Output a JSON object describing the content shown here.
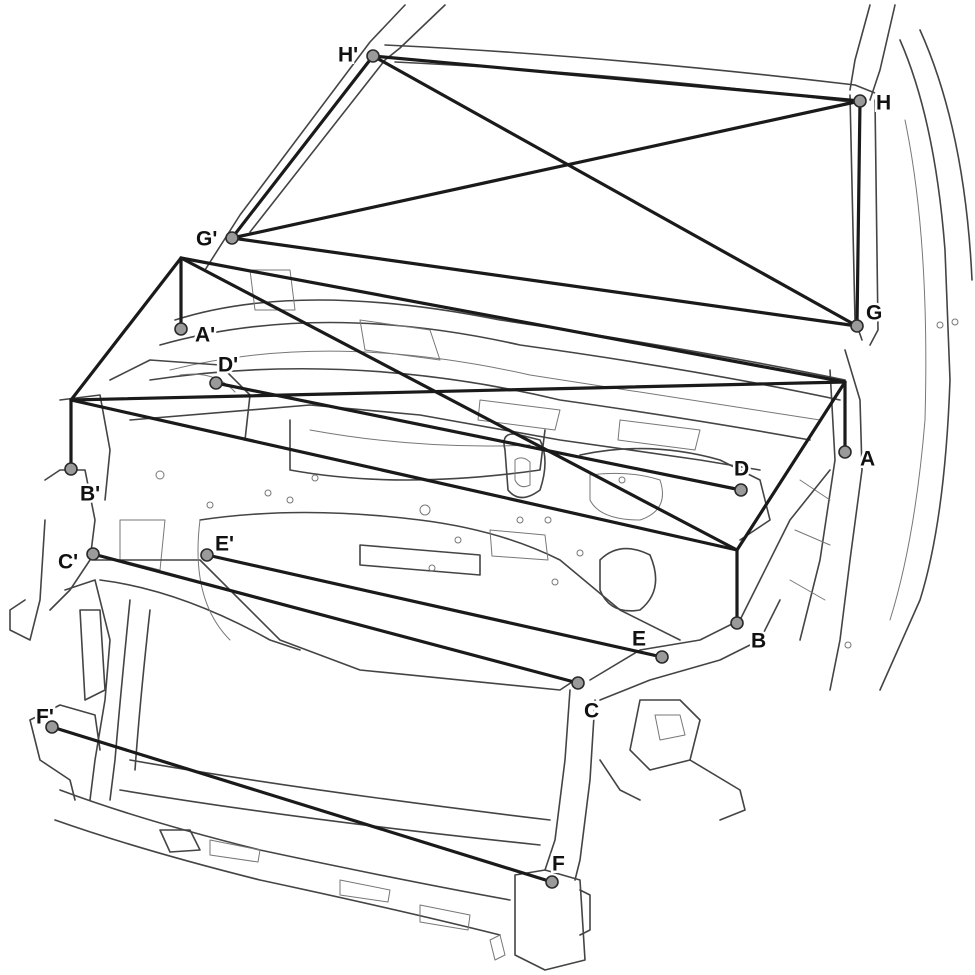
{
  "colors": {
    "measure_line": "#1a1a1a",
    "point_fill": "#9a9a9a",
    "body_outline": "#444444",
    "background": "#ffffff"
  },
  "points": [
    {
      "id": "A",
      "label": "A"
    },
    {
      "id": "A'",
      "label": "A'"
    },
    {
      "id": "B",
      "label": "B"
    },
    {
      "id": "B'",
      "label": "B'"
    },
    {
      "id": "C",
      "label": "C"
    },
    {
      "id": "C'",
      "label": "C'"
    },
    {
      "id": "D",
      "label": "D"
    },
    {
      "id": "D'",
      "label": "D'"
    },
    {
      "id": "E",
      "label": "E"
    },
    {
      "id": "E'",
      "label": "E'"
    },
    {
      "id": "F",
      "label": "F"
    },
    {
      "id": "F'",
      "label": "F'"
    },
    {
      "id": "G",
      "label": "G"
    },
    {
      "id": "G'",
      "label": "G'"
    },
    {
      "id": "H",
      "label": "H"
    },
    {
      "id": "H'",
      "label": "H'"
    }
  ],
  "measurements": [
    [
      "H'",
      "H"
    ],
    [
      "H'",
      "G'"
    ],
    [
      "H'",
      "G"
    ],
    [
      "H",
      "G"
    ],
    [
      "H",
      "G'"
    ],
    [
      "G'",
      "G"
    ],
    [
      "A'",
      "A"
    ],
    [
      "A'",
      "B"
    ],
    [
      "B'",
      "A"
    ],
    [
      "B'",
      "B"
    ],
    [
      "A'",
      "B'"
    ],
    [
      "A",
      "B"
    ],
    [
      "D'",
      "D"
    ],
    [
      "C'",
      "C"
    ],
    [
      "E'",
      "E"
    ],
    [
      "F'",
      "F"
    ]
  ]
}
